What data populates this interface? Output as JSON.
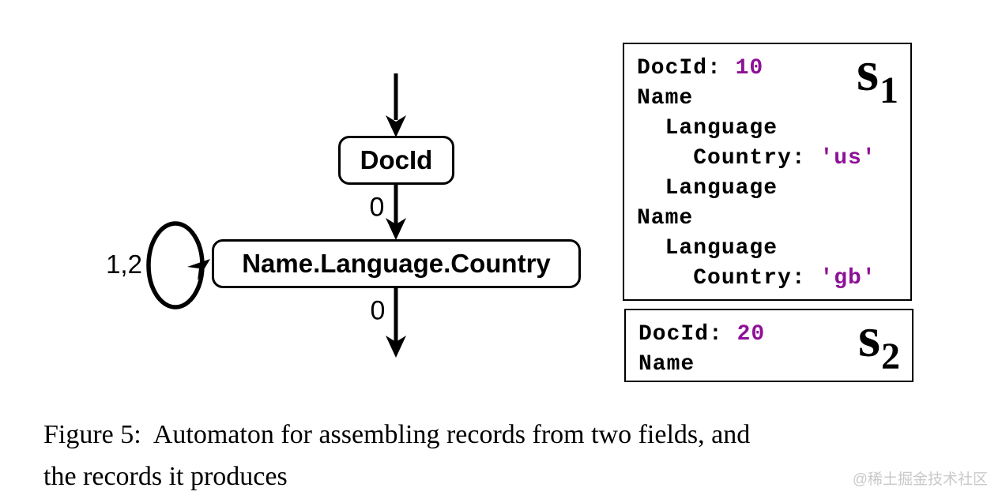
{
  "automaton": {
    "nodes": [
      {
        "id": "docid",
        "label": "DocId"
      },
      {
        "id": "name-language-country",
        "label": "Name.Language.Country"
      }
    ],
    "edges": [
      {
        "from": "start",
        "to": "docid",
        "label": ""
      },
      {
        "from": "docid",
        "to": "name-language-country",
        "label": "0"
      },
      {
        "from": "name-language-country",
        "to": "name-language-country",
        "type": "self-loop",
        "label": "1,2"
      },
      {
        "from": "name-language-country",
        "to": "end",
        "label": "0"
      }
    ]
  },
  "records": {
    "value_color": "#8e1197",
    "samples": [
      {
        "tag": "s",
        "tag_subscript": "1",
        "lines": [
          {
            "text": "DocId: ",
            "value": "10"
          },
          {
            "text": "Name",
            "value": ""
          },
          {
            "text": "  Language",
            "value": ""
          },
          {
            "text": "    Country: ",
            "value": "'us'"
          },
          {
            "text": "  Language",
            "value": ""
          },
          {
            "text": "Name",
            "value": ""
          },
          {
            "text": "  Language",
            "value": ""
          },
          {
            "text": "    Country: ",
            "value": "'gb'"
          }
        ]
      },
      {
        "tag": "s",
        "tag_subscript": "2",
        "lines": [
          {
            "text": "DocId: ",
            "value": "20"
          },
          {
            "text": "Name",
            "value": ""
          }
        ]
      }
    ]
  },
  "caption": {
    "line1": "Figure 5:  Automaton for assembling records from two fields, and",
    "line2": "the records it produces"
  },
  "watermark": "@稀土掘金技术社区"
}
